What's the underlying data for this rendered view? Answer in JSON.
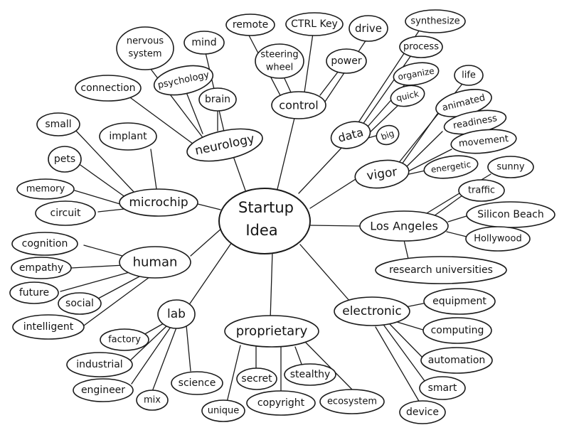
{
  "center": {
    "text": [
      "Startup",
      "Idea"
    ]
  },
  "hubs": {
    "neurology": "neurology",
    "control": "control",
    "data": "data",
    "vigor": "vigor",
    "los_angeles": "Los Angeles",
    "electronic": "electronic",
    "proprietary": "proprietary",
    "lab": "lab",
    "human": "human",
    "microchip": "microchip"
  },
  "leaves": {
    "nervous_system": [
      "nervous",
      "system"
    ],
    "mind": "mind",
    "psychology": "psychology",
    "brain": "brain",
    "connection": "connection",
    "remote": "remote",
    "ctrl_key": "CTRL Key",
    "drive": "drive",
    "steering_wheel": [
      "steering",
      "wheel"
    ],
    "power": "power",
    "synthesize": "synthesize",
    "process": "process",
    "organize": "organize",
    "quick": "quick",
    "big": "big",
    "life": "life",
    "animated": "animated",
    "readiness": "readiness",
    "movement": "movement",
    "energetic": "energetic",
    "sunny": "sunny",
    "traffic": "traffic",
    "silicon_beach": "Silicon Beach",
    "hollywood": "Hollywood",
    "research_universities": "research universities",
    "equipment": "equipment",
    "computing": "computing",
    "automation": "automation",
    "smart": "smart",
    "device": "device",
    "secret": "secret",
    "stealthy": "stealthy",
    "unique": "unique",
    "copyright": "copyright",
    "ecosystem": "ecosystem",
    "factory": "factory",
    "industrial": "industrial",
    "engineer": "engineer",
    "mix": "mix",
    "science": "science",
    "cognition": "cognition",
    "empathy": "empathy",
    "future": "future",
    "social": "social",
    "intelligent": "intelligent",
    "small": "small",
    "implant": "implant",
    "pets": "pets",
    "memory": "memory",
    "circuit": "circuit"
  }
}
